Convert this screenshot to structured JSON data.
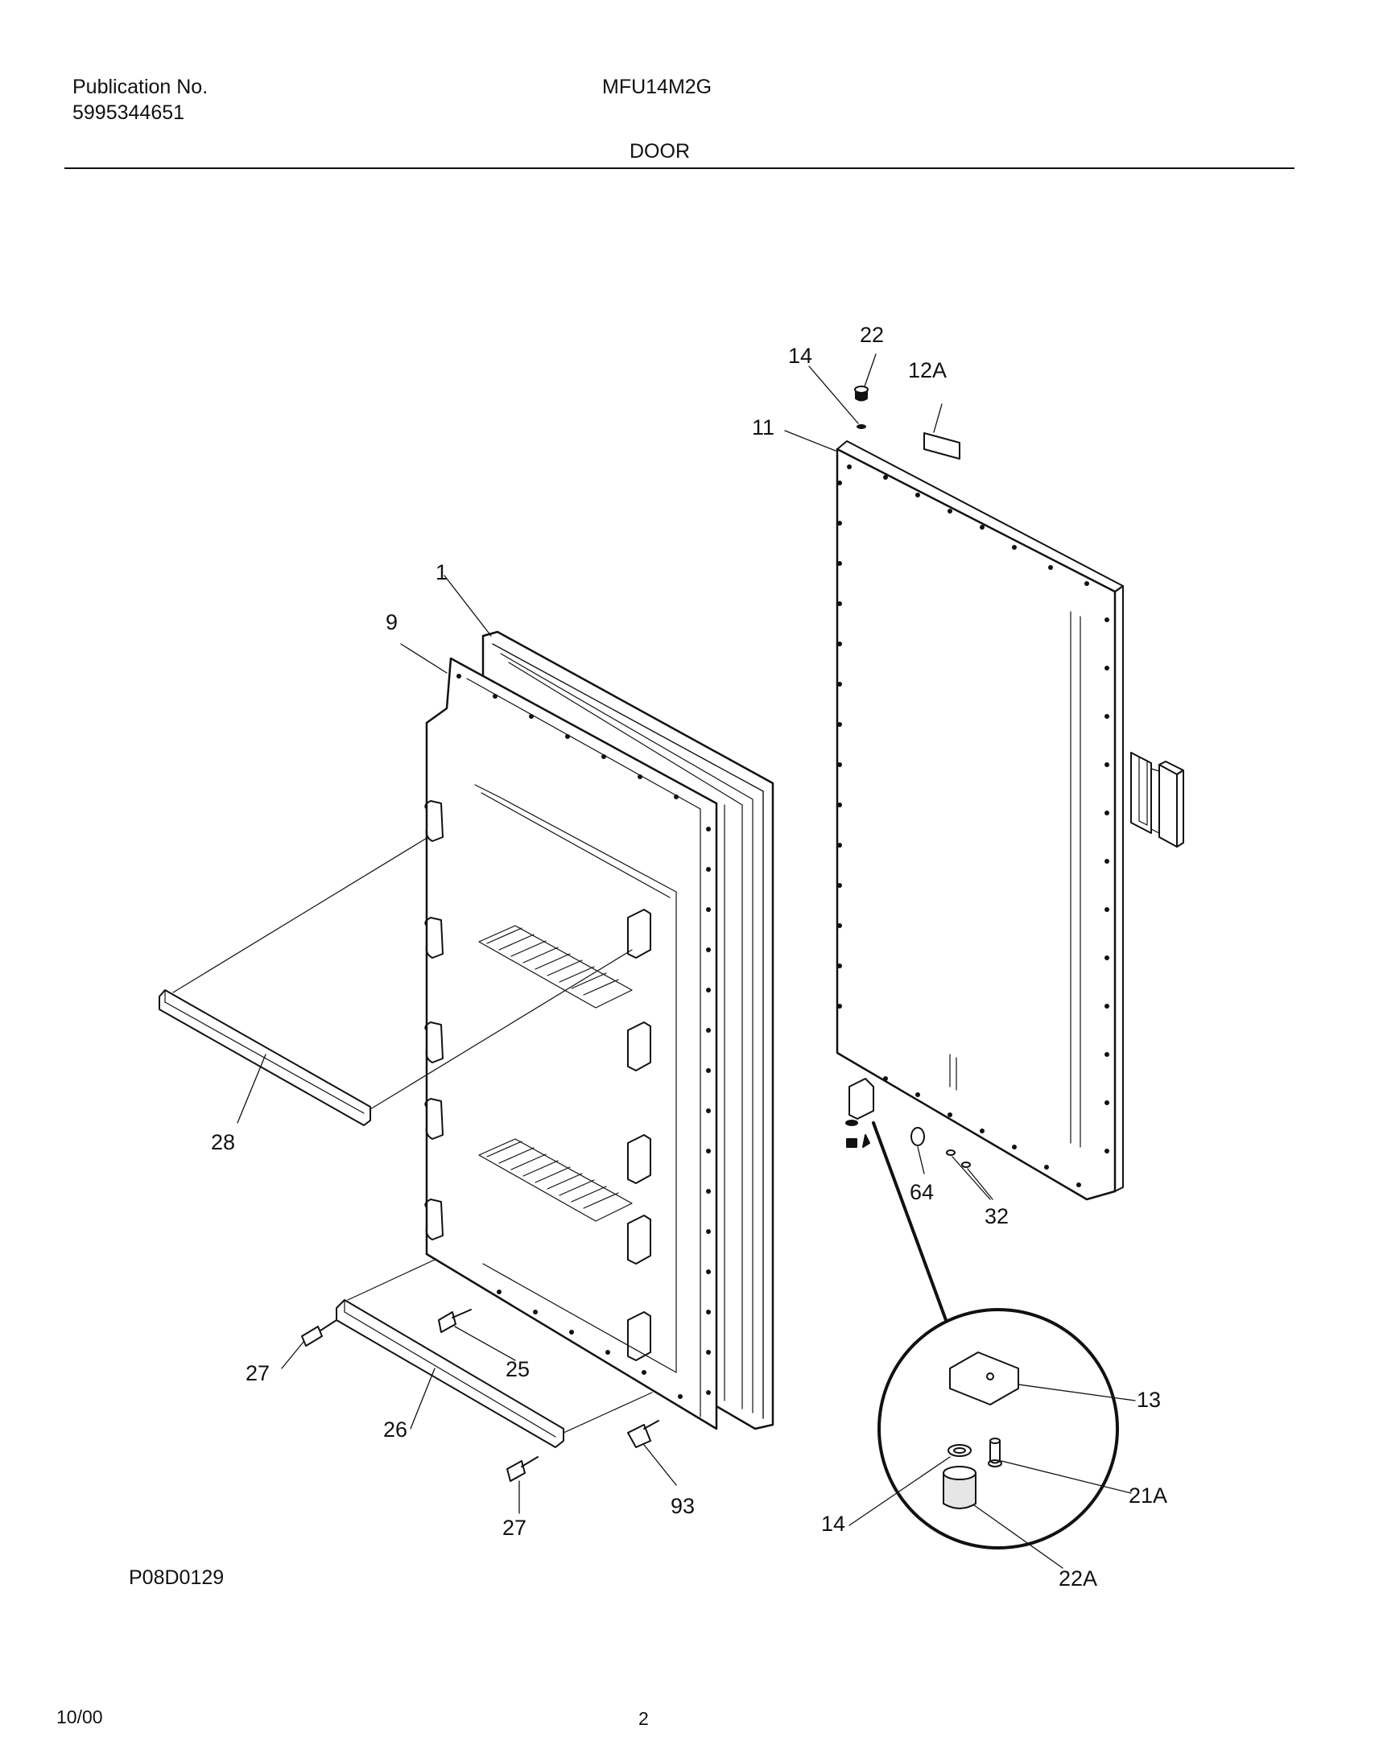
{
  "header": {
    "publication_label": "Publication No.",
    "publication_number": "5995344651",
    "model": "MFU14M2G",
    "section_title": "DOOR"
  },
  "diagram": {
    "drawing_code": "P08D0129",
    "callouts": {
      "c1": "1",
      "c9": "9",
      "c11": "11",
      "c12a": "12A",
      "c13": "13",
      "c14_top": "14",
      "c14_detail": "14",
      "c21a": "21A",
      "c22": "22",
      "c22a": "22A",
      "c25": "25",
      "c26": "26",
      "c27_upper": "27",
      "c27_lower": "27",
      "c28": "28",
      "c32": "32",
      "c64": "64",
      "c93": "93"
    }
  },
  "footer": {
    "date": "10/00",
    "page_number": "2"
  }
}
